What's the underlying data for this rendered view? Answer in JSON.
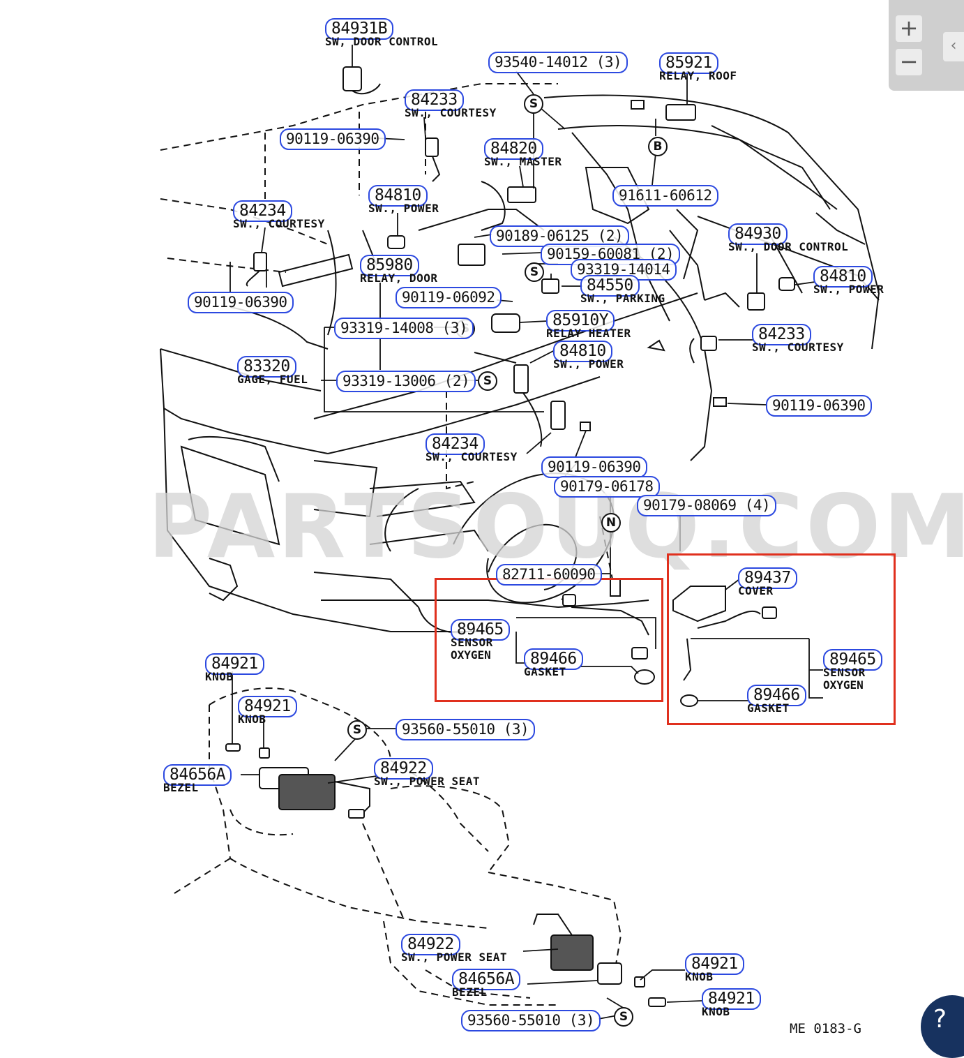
{
  "watermark": "PARTSOUQ.COM",
  "diagram_code": "ME  0183-G",
  "zoom": {
    "in_label": "+",
    "out_label": "−",
    "collapse_label": "‹"
  },
  "help_label": "?",
  "symbols": {
    "s": "S",
    "b": "B",
    "n": "N"
  },
  "callouts": [
    {
      "part": "84931B",
      "desc": "SW, DOOR CONTROL"
    },
    {
      "part": "93540-14012 (3)",
      "desc": ""
    },
    {
      "part": "85921",
      "desc": "RELAY, ROOF"
    },
    {
      "part": "84233",
      "desc": "SW., COURTESY"
    },
    {
      "part": "90119-06390",
      "desc": ""
    },
    {
      "part": "84820",
      "desc": "SW., MASTER"
    },
    {
      "part": "91611-60612",
      "desc": ""
    },
    {
      "part": "84810",
      "desc": "SW., POWER"
    },
    {
      "part": "84234",
      "desc": "SW., COURTESY"
    },
    {
      "part": "90189-06125 (2)",
      "desc": ""
    },
    {
      "part": "84930",
      "desc": "SW., DOOR CONTROL"
    },
    {
      "part": "90159-60081 (2)",
      "desc": ""
    },
    {
      "part": "85980",
      "desc": "RELAY, DOOR"
    },
    {
      "part": "93319-14014",
      "desc": ""
    },
    {
      "part": "84810",
      "desc": "SW., POWER"
    },
    {
      "part": "84550",
      "desc": "SW., PARKING"
    },
    {
      "part": "90119-06390",
      "desc": ""
    },
    {
      "part": "90119-06092",
      "desc": ""
    },
    {
      "part": "85910Y",
      "desc": "RELAY HEATER"
    },
    {
      "part": "93319-14008 (3)",
      "desc": ""
    },
    {
      "part": "84233",
      "desc": "SW., COURTESY"
    },
    {
      "part": "84810",
      "desc": "SW., POWER"
    },
    {
      "part": "83320",
      "desc": "GAGE, FUEL"
    },
    {
      "part": "93319-13006 (2)",
      "desc": ""
    },
    {
      "part": "90119-06390",
      "desc": ""
    },
    {
      "part": "84234",
      "desc": "SW., COURTESY"
    },
    {
      "part": "90119-06390",
      "desc": ""
    },
    {
      "part": "90179-06178",
      "desc": ""
    },
    {
      "part": "90179-08069 (4)",
      "desc": ""
    },
    {
      "part": "82711-60090",
      "desc": ""
    },
    {
      "part": "89437",
      "desc": "COVER"
    },
    {
      "part": "89465",
      "desc": "SENSOR",
      "desc2": "OXYGEN"
    },
    {
      "part": "89466",
      "desc": "GASKET"
    },
    {
      "part": "89465",
      "desc": "SENSOR",
      "desc2": "OXYGEN"
    },
    {
      "part": "89466",
      "desc": "GASKET"
    },
    {
      "part": "84921",
      "desc": "KNOB"
    },
    {
      "part": "84921",
      "desc": "KNOB"
    },
    {
      "part": "93560-55010 (3)",
      "desc": ""
    },
    {
      "part": "84656A",
      "desc": "BEZEL"
    },
    {
      "part": "84922",
      "desc": "SW., POWER SEAT"
    },
    {
      "part": "84922",
      "desc": "SW., POWER SEAT"
    },
    {
      "part": "84921",
      "desc": "KNOB"
    },
    {
      "part": "84656A",
      "desc": "BEZEL"
    },
    {
      "part": "84921",
      "desc": "KNOB"
    },
    {
      "part": "93560-55010 (3)",
      "desc": ""
    }
  ]
}
